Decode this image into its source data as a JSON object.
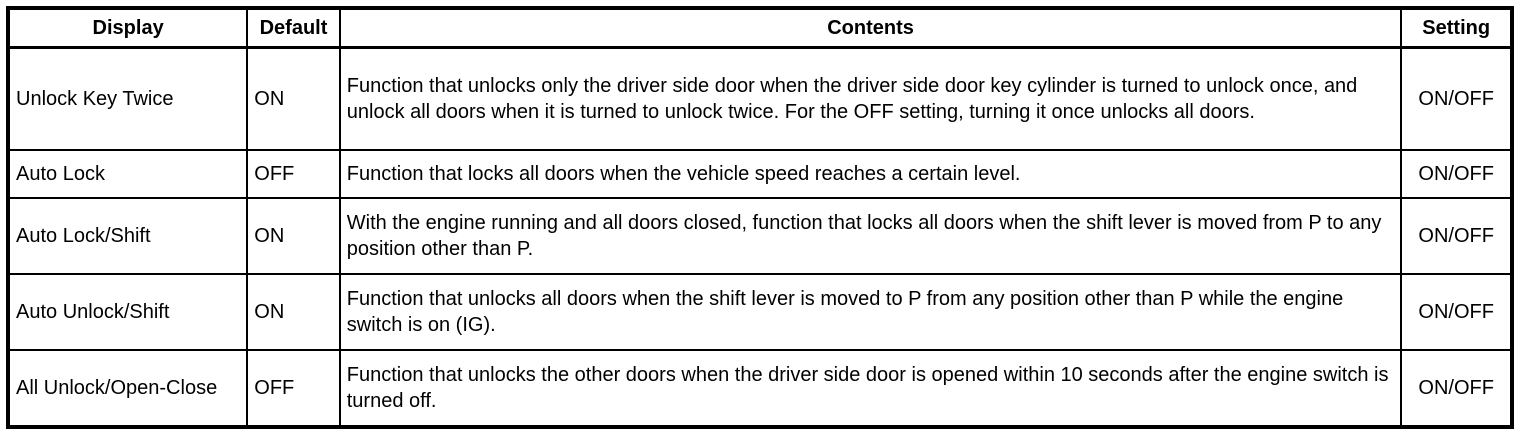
{
  "table": {
    "headers": [
      {
        "key": "display",
        "label": "Display"
      },
      {
        "key": "default",
        "label": "Default"
      },
      {
        "key": "contents",
        "label": "Contents"
      },
      {
        "key": "setting",
        "label": "Setting"
      }
    ],
    "rows": [
      {
        "display": "Unlock Key Twice",
        "default": "ON",
        "contents": "Function that unlocks only the driver side door when the driver side door key cylinder is turned to unlock once, and unlock all doors when it is turned to unlock twice. For the OFF setting, turning it once unlocks all doors.",
        "setting": "ON/OFF",
        "size": "tall"
      },
      {
        "display": "Auto Lock",
        "default": "OFF",
        "contents": "Function that locks all doors when the vehicle speed reaches a certain level.",
        "setting": "ON/OFF",
        "size": "short"
      },
      {
        "display": "Auto Lock/Shift",
        "default": "ON",
        "contents": "With the engine running and all doors closed, function that locks all doors when the shift lever is moved from P to any position other than P.",
        "setting": "ON/OFF",
        "size": "medium"
      },
      {
        "display": "Auto Unlock/Shift",
        "default": "ON",
        "contents": "Function that unlocks all doors when the shift lever is moved to P from any position other than P while the engine switch is on (IG).",
        "setting": "ON/OFF",
        "size": "medium"
      },
      {
        "display": "All Unlock/Open-Close",
        "default": "OFF",
        "contents": "Function that unlocks the other doors when the driver side door is opened within 10 seconds after the engine switch is turned off.",
        "setting": "ON/OFF",
        "size": "medium"
      }
    ]
  },
  "colors": {
    "border": "#000000",
    "background": "#ffffff",
    "text": "#000000"
  }
}
